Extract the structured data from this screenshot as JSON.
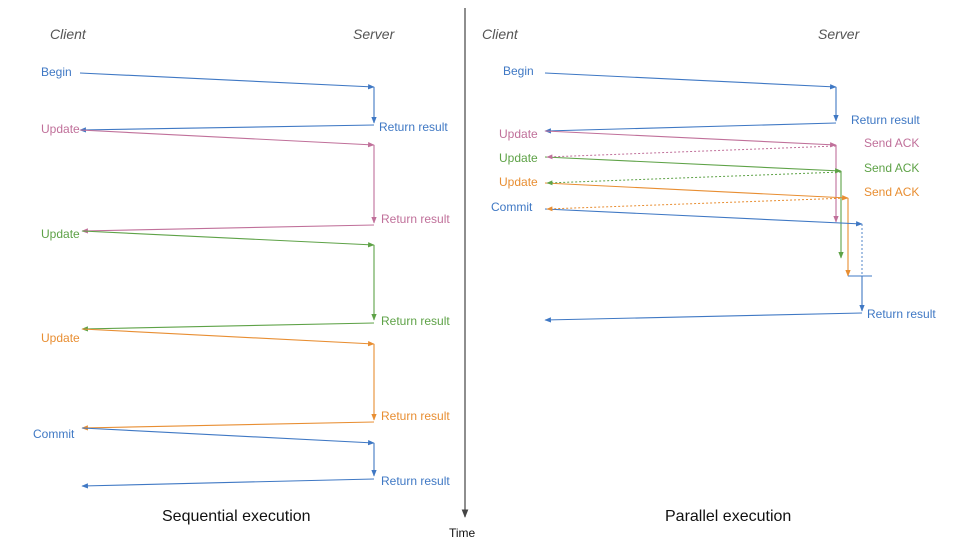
{
  "colors": {
    "blue": "#3f78c4",
    "pink": "#c0709a",
    "green": "#5ea247",
    "orange": "#e88e32",
    "axis": "#444444"
  },
  "left": {
    "client": "Client",
    "server": "Server",
    "caption": "Sequential execution",
    "client_labels": [
      "Begin",
      "Update",
      "Update",
      "Update",
      "Commit"
    ],
    "server_labels": [
      "Return result",
      "Return result",
      "Return result",
      "Return result",
      "Return result"
    ]
  },
  "right": {
    "client": "Client",
    "server": "Server",
    "caption": "Parallel execution",
    "client_labels": [
      "Begin",
      "Update",
      "Update",
      "Update",
      "Commit"
    ],
    "server_labels": [
      "Return result",
      "Send ACK",
      "Send ACK",
      "Send ACK",
      "Return result"
    ]
  },
  "time_label": "Time"
}
